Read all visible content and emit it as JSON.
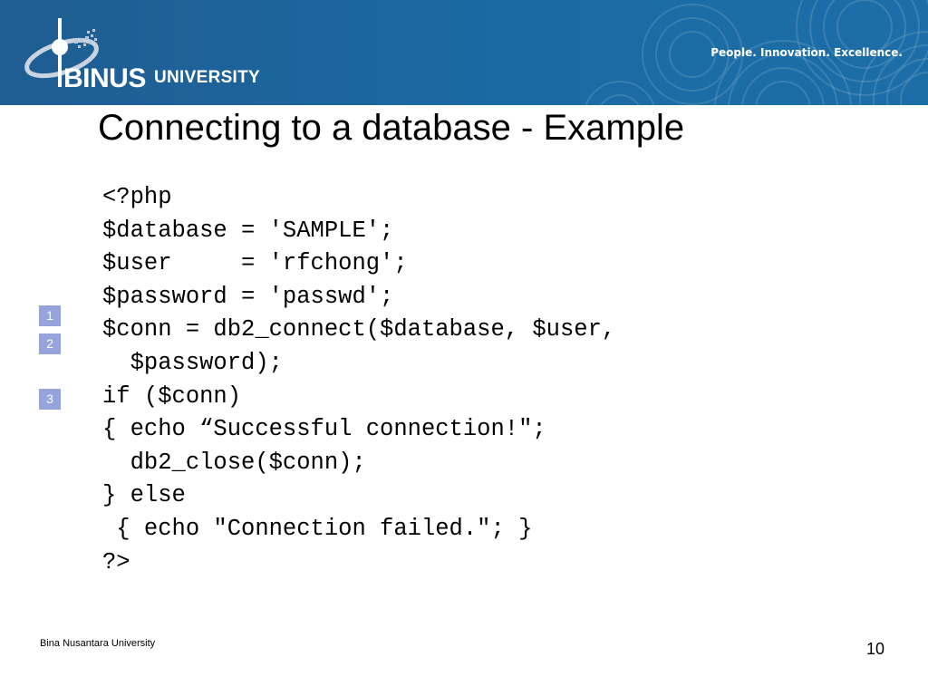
{
  "header": {
    "logo_brand": "BINUS",
    "logo_suffix": "UNIVERSITY",
    "tagline": "People. Innovation. Excellence."
  },
  "slide": {
    "title": "Connecting to a database - Example",
    "code_lines": [
      "<?php",
      "$database = 'SAMPLE';",
      "$user     = 'rfchong';",
      "$password = 'passwd';",
      "$conn = db2_connect($database, $user,",
      "  $password);",
      "if ($conn)",
      "{ echo “Successful connection!\";",
      "  db2_close($conn);",
      "} else",
      " { echo \"Connection failed.\"; }",
      "?>"
    ],
    "markers": [
      "1",
      "2",
      "3"
    ]
  },
  "footer": {
    "institution": "Bina Nusantara University",
    "page_number": "10"
  },
  "colors": {
    "header_blue": "#1b6aa3",
    "marker_fill": "#96a4dc"
  }
}
